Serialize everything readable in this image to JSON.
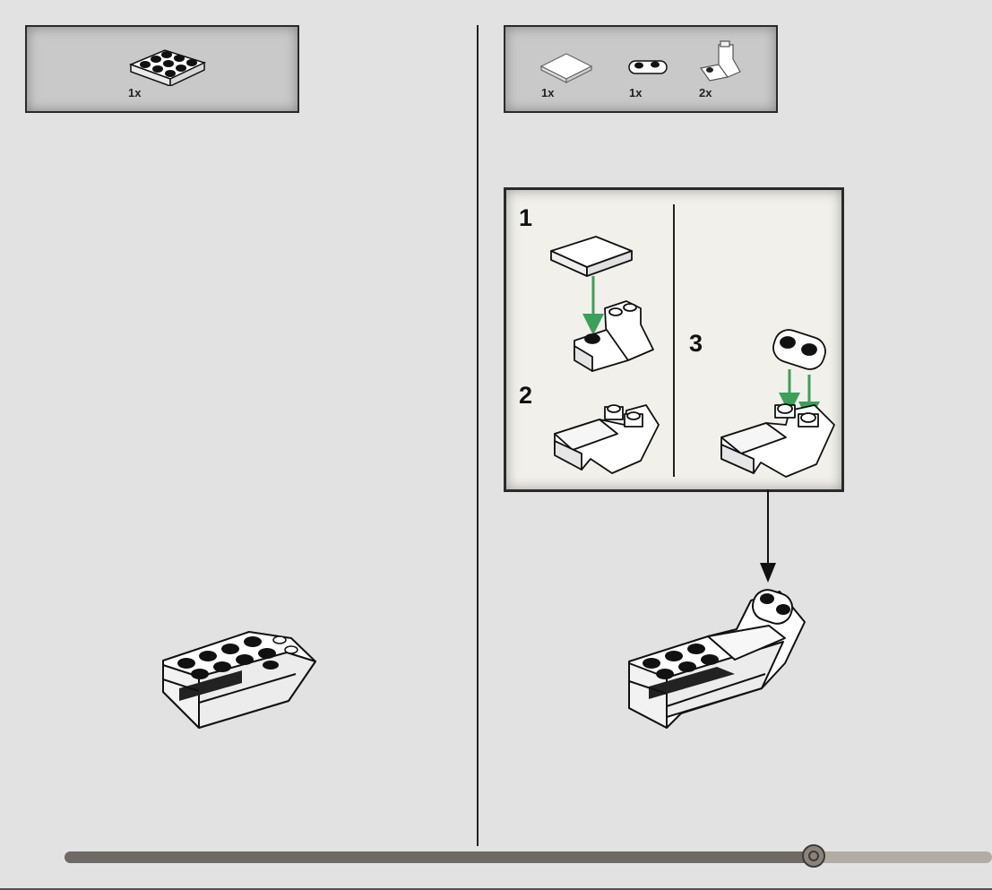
{
  "left_page": {
    "parts": [
      {
        "qty": "1x",
        "icon": "plate-2x3-icon"
      }
    ]
  },
  "right_page": {
    "parts": [
      {
        "qty": "1x",
        "icon": "tile-2x2-icon"
      },
      {
        "qty": "1x",
        "icon": "plate-1x2-rounded-icon"
      },
      {
        "qty": "2x",
        "icon": "bracket-slope-icon"
      }
    ],
    "substeps": [
      {
        "number": "1"
      },
      {
        "number": "2"
      },
      {
        "number": "3"
      }
    ]
  },
  "navigation": {
    "progress": 0.8075,
    "colors": {
      "filled": "#6f6a65",
      "track": "#b3aca5",
      "arrow": "#3aa05a"
    }
  }
}
